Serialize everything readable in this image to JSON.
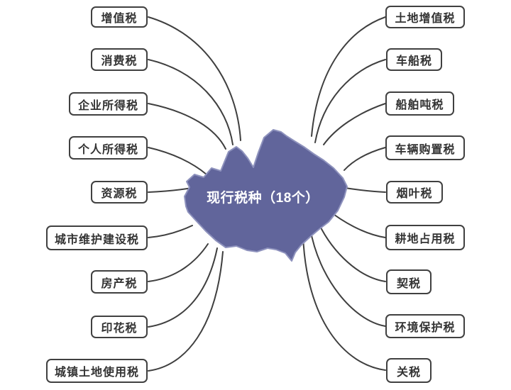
{
  "diagram": {
    "type": "mindmap",
    "center": {
      "label": "现行税种（18个）"
    },
    "left": {
      "items": [
        {
          "label": "增值税"
        },
        {
          "label": "消费税"
        },
        {
          "label": "企业所得税"
        },
        {
          "label": "个人所得税"
        },
        {
          "label": "资源税"
        },
        {
          "label": "城市维护建设税"
        },
        {
          "label": "房产税"
        },
        {
          "label": "印花税"
        },
        {
          "label": "城镇土地使用税"
        }
      ]
    },
    "right": {
      "items": [
        {
          "label": "土地增值税"
        },
        {
          "label": "车船税"
        },
        {
          "label": "船舶吨税"
        },
        {
          "label": "车辆购置税"
        },
        {
          "label": "烟叶税"
        },
        {
          "label": "耕地占用税"
        },
        {
          "label": "契税"
        },
        {
          "label": "环境保护税"
        },
        {
          "label": "关税"
        }
      ]
    }
  },
  "colors": {
    "blob_fill": "#61659b",
    "blob_edge": "#8e92bd",
    "center_text": "#ffffff",
    "connector": "#3f3f3f",
    "box_border": "#404040",
    "box_text": "#333333",
    "background": "#ffffff"
  }
}
